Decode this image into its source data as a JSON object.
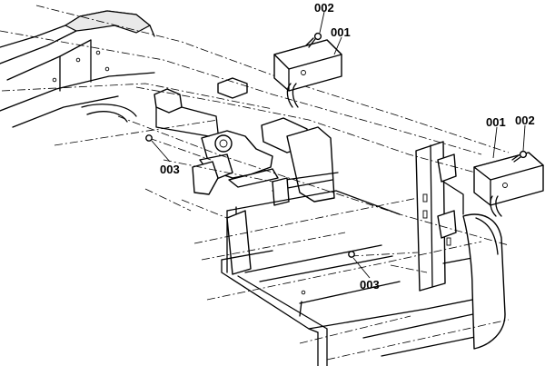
{
  "diagram": {
    "callouts": {
      "lamp_left": "001",
      "screw_left": "002",
      "nut_left": "003",
      "lamp_right": "001",
      "screw_right": "002",
      "nut_right": "003"
    }
  }
}
